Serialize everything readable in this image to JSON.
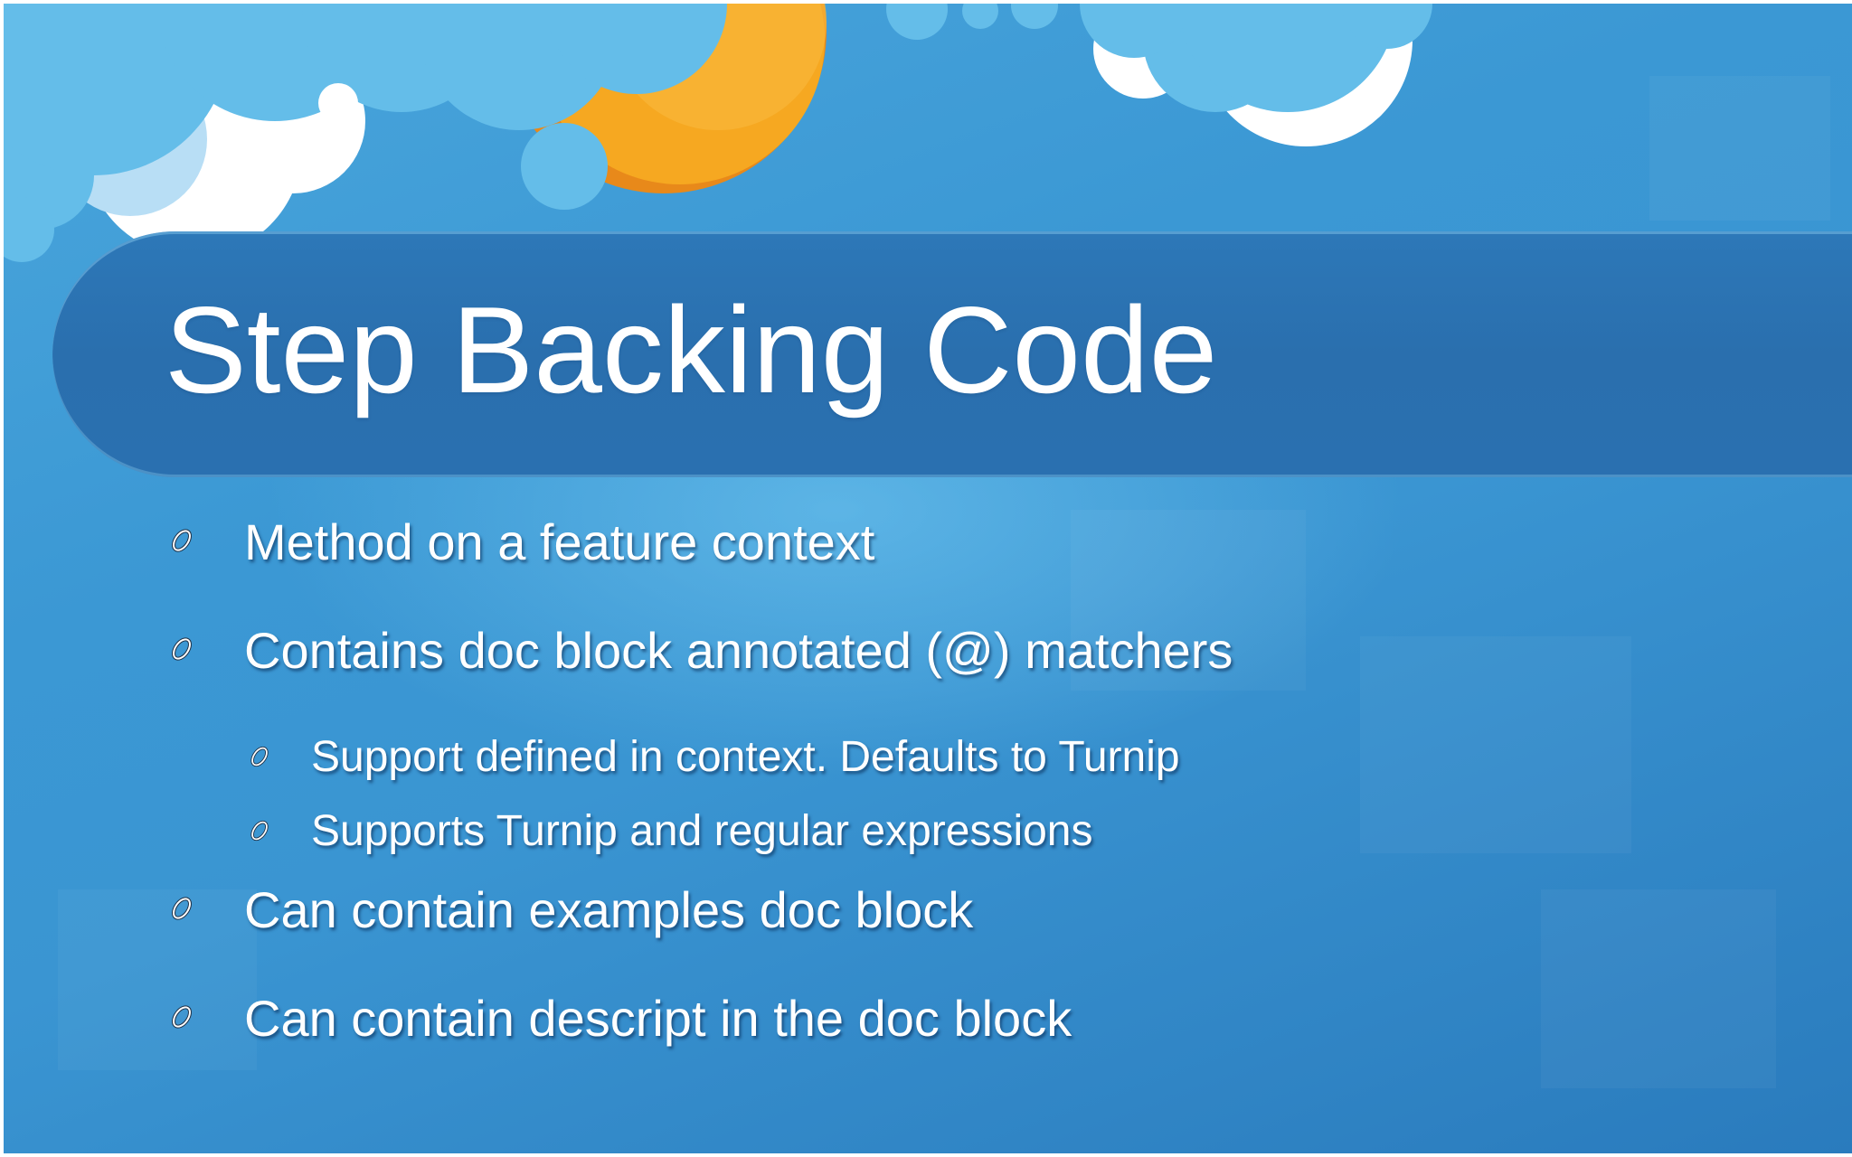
{
  "slide": {
    "title": "Step Backing Code",
    "bullets": [
      {
        "level": 1,
        "text": "Method on a feature context",
        "icon": "ring-bullet-icon"
      },
      {
        "level": 1,
        "text": "Contains doc block annotated (@) matchers",
        "icon": "ring-bullet-icon"
      },
      {
        "level": 2,
        "text": "Support defined in context. Defaults to Turnip",
        "icon": "ring-bullet-icon"
      },
      {
        "level": 2,
        "text": "Supports Turnip and regular expressions",
        "icon": "ring-bullet-icon"
      },
      {
        "level": 1,
        "text": "Can contain examples doc block",
        "icon": "ring-bullet-icon"
      },
      {
        "level": 1,
        "text": "Can contain descript in the doc block",
        "icon": "ring-bullet-icon"
      }
    ]
  },
  "colors": {
    "background": "#3a95d2",
    "title_band": "#2a70b0",
    "text": "#ffffff",
    "sun": "#f6a821",
    "cloud_light": "#64bde9",
    "cloud_white": "#ffffff"
  },
  "decor_icons": [
    "cloud-icon",
    "sun-icon"
  ]
}
